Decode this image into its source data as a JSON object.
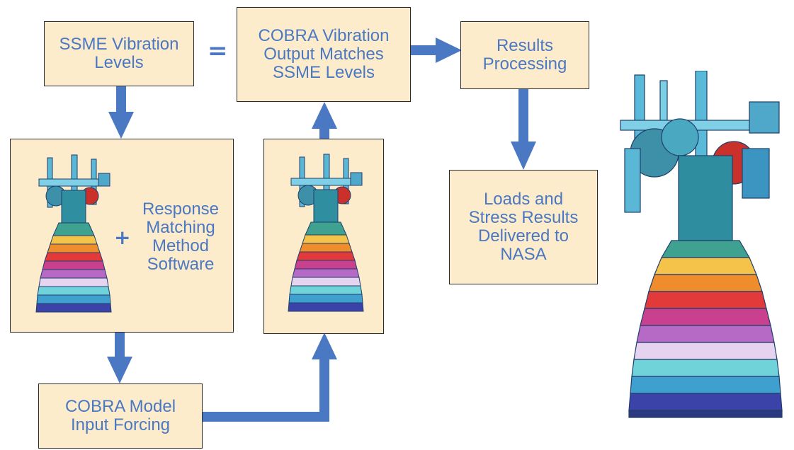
{
  "diagram": {
    "boxes": {
      "ssme_levels": "SSME Vibration\nLevels",
      "cobra_output": "COBRA Vibration\nOutput Matches\nSSME Levels",
      "results_processing": "Results\nProcessing",
      "loads_results": "Loads and\nStress Results\nDelivered to\nNASA",
      "cobra_model": "COBRA Model\nInput Forcing",
      "response_matching": "Response\nMatching\nMethod\nSoftware"
    },
    "operators": {
      "equals": "=",
      "plus": "+"
    }
  },
  "colors": {
    "arrow": "#4a78c2",
    "box_fill": "#fdeccc",
    "text": "#4a78c2"
  },
  "icons": [
    "rocket-engine-model-icon"
  ]
}
